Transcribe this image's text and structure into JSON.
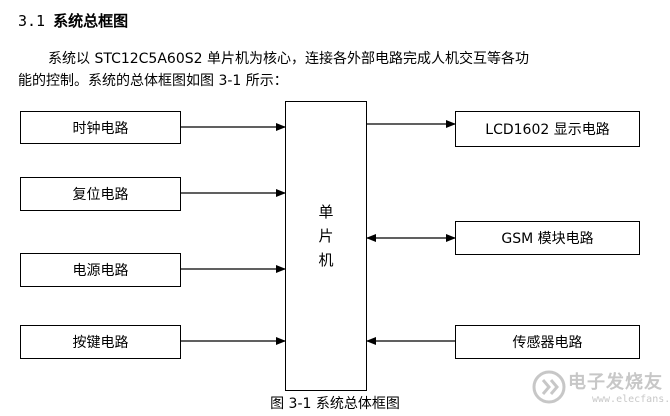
{
  "heading": {
    "number": "3.1",
    "title": "系统总框图"
  },
  "paragraph": {
    "line1": "系统以 STC12C5A60S2 单片机为核心，连接各外部电路完成人机交互等各功",
    "line2": "能的控制。系统的总体框图如图 3-1 所示："
  },
  "diagram": {
    "mcu_label": [
      "单",
      "片",
      "机"
    ],
    "left_blocks": [
      "时钟电路",
      "复位电路",
      "电源电路",
      "按键电路"
    ],
    "right_blocks": [
      "LCD1602 显示电路",
      "GSM 模块电路",
      "传感器电路"
    ],
    "connections": [
      {
        "from": "时钟电路",
        "to": "单片机",
        "direction": "one-way"
      },
      {
        "from": "复位电路",
        "to": "单片机",
        "direction": "one-way"
      },
      {
        "from": "电源电路",
        "to": "单片机",
        "direction": "one-way"
      },
      {
        "from": "按键电路",
        "to": "单片机",
        "direction": "one-way"
      },
      {
        "from": "单片机",
        "to": "LCD1602 显示电路",
        "direction": "one-way"
      },
      {
        "from": "单片机",
        "to": "GSM 模块电路",
        "direction": "two-way"
      },
      {
        "from": "传感器电路",
        "to": "单片机",
        "direction": "one-way"
      }
    ]
  },
  "caption": "图 3-1 系统总体框图",
  "watermark": {
    "text": "电子发烧友",
    "url": "www.elecfans.com"
  },
  "colors": {
    "line": "#000000",
    "watermark": "#9a9a9a"
  }
}
